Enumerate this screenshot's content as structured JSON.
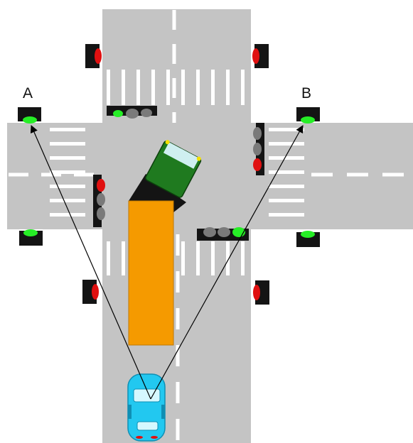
{
  "labels": {
    "a": "A",
    "b": "B"
  },
  "colors": {
    "road": "#c4c4c4",
    "marking": "#ffffff",
    "light_housing": "#141414",
    "red": "#e01010",
    "green": "#26ee26",
    "off": "#7a7a7a",
    "truck_cargo": "#f59a00",
    "truck_cab": "#1f7a1f",
    "car_body": "#22c8f0"
  },
  "signals": {
    "left_right_traffic": "red",
    "vertical_traffic": "green",
    "pedestrian_side_lights": "green",
    "corner_lights": "red"
  }
}
